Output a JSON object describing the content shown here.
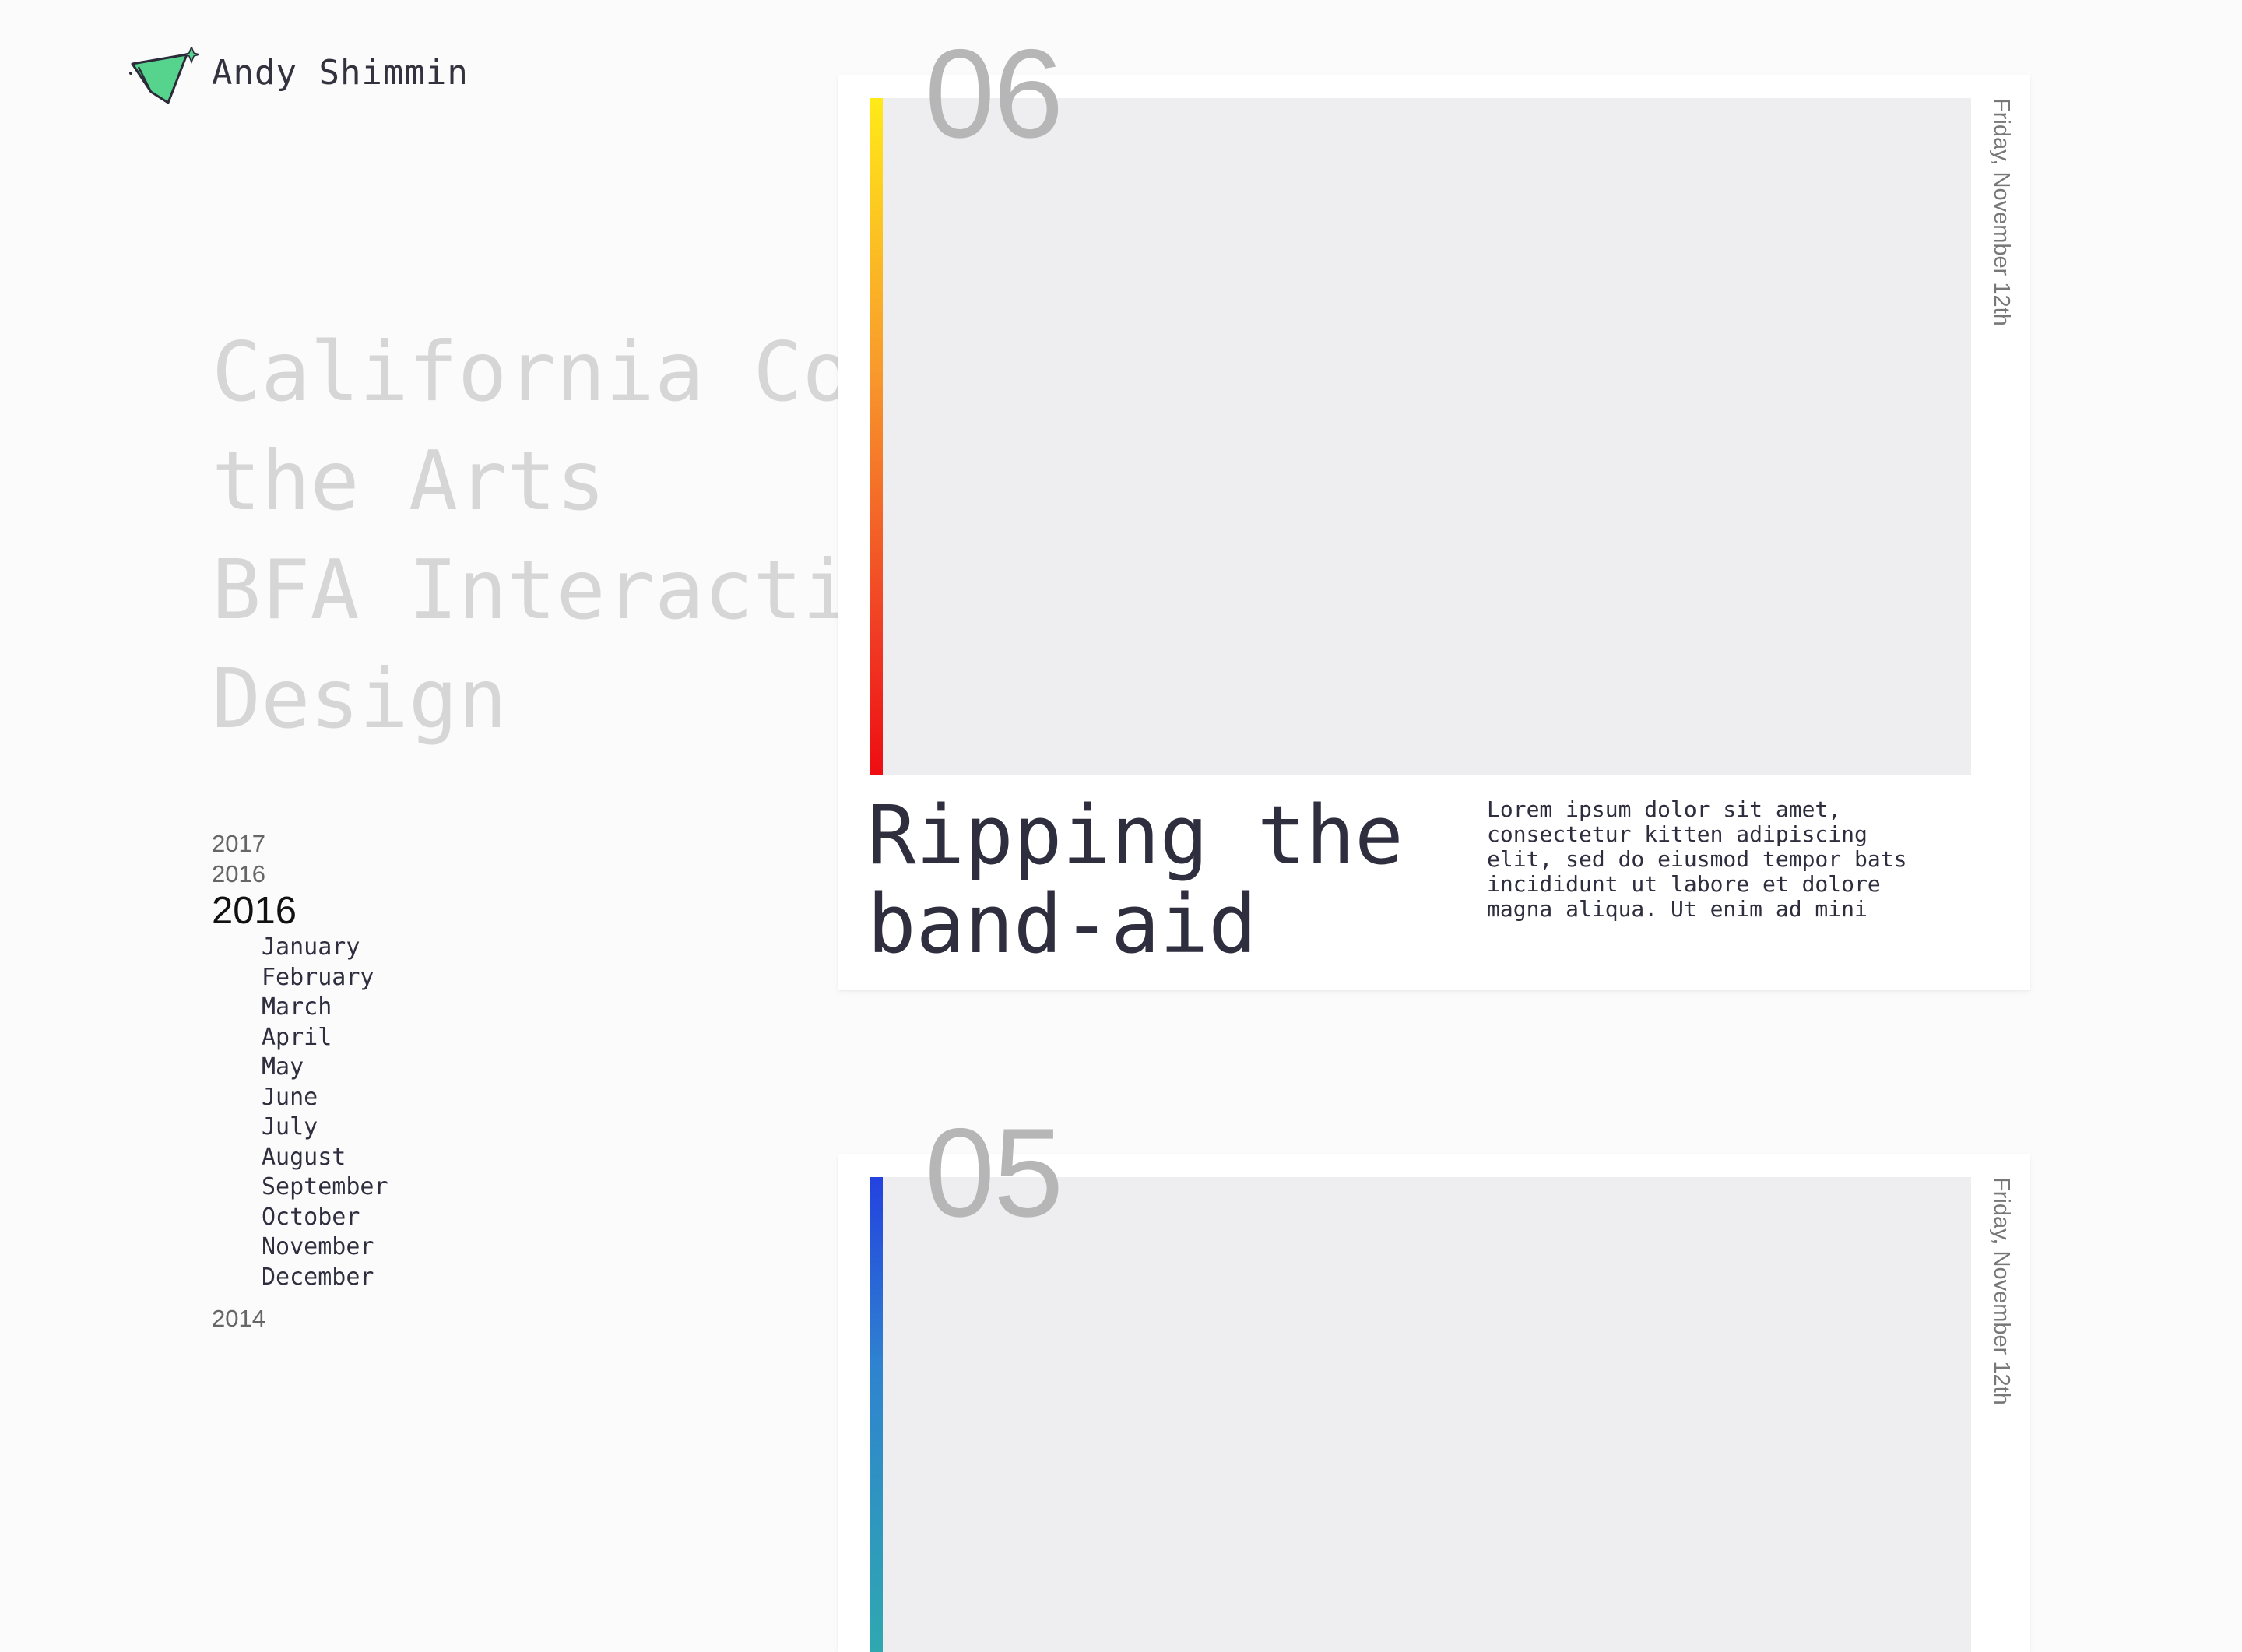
{
  "brand": {
    "name": "Andy Shimmin",
    "logo_icon": "paper-kite-icon",
    "logo_color": "#56d48e"
  },
  "headline": {
    "lines": [
      "California College of",
      "the Arts",
      "BFA Interaction",
      "Design"
    ]
  },
  "archive": {
    "years_before": [
      "2017",
      "2016"
    ],
    "current_year": "2016",
    "months": [
      "January",
      "February",
      "March",
      "April",
      "May",
      "June",
      "July",
      "August",
      "September",
      "October",
      "November",
      "December"
    ],
    "years_after": [
      "2014"
    ]
  },
  "posts": [
    {
      "number": "06",
      "date": "Friday, November 12th",
      "title": "Ripping the band-aid",
      "excerpt": "Lorem ipsum dolor sit amet,\nconsectetur  kitten adipiscing\nelit, sed do eiusmod tempor  bats\nincididunt ut labore et dolore\nmagna aliqua. Ut enim ad mini",
      "accent_colors": [
        "#ffea18",
        "#f89a2c",
        "#f03a24",
        "#ee0d12"
      ]
    },
    {
      "number": "05",
      "date": "Friday, November 12th",
      "accent_colors": [
        "#2342e0",
        "#2f83cf",
        "#2fa8b0"
      ]
    }
  ]
}
